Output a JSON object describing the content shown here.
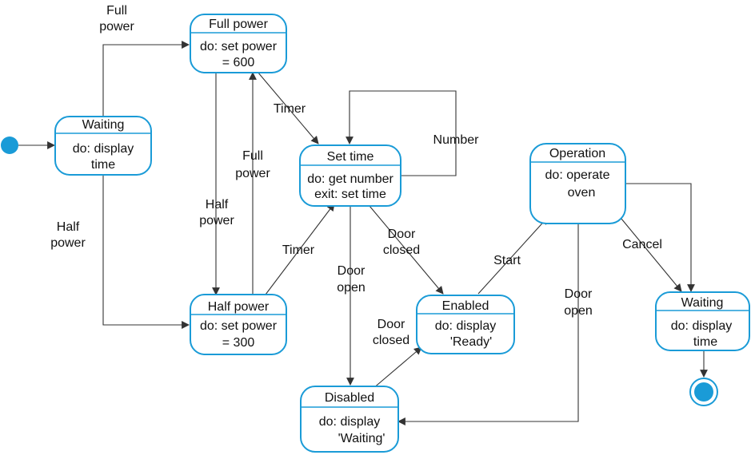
{
  "colors": {
    "state_border": "#1a9bd7",
    "initial_node": "#1a9bd7",
    "edge": "#333333"
  },
  "states": {
    "waiting_start": {
      "name": "Waiting",
      "activity": [
        "do: display",
        "time"
      ]
    },
    "full_power": {
      "name": "Full power",
      "activity": [
        "do: set power",
        "= 600"
      ]
    },
    "half_power": {
      "name": "Half power",
      "activity": [
        "do: set power",
        "= 300"
      ]
    },
    "set_time": {
      "name": "Set time",
      "activity": [
        "do: get number",
        "exit: set time"
      ]
    },
    "disabled": {
      "name": "Disabled",
      "activity": [
        "do: display",
        "'Waiting'"
      ]
    },
    "enabled": {
      "name": "Enabled",
      "activity": [
        "do: display",
        "'Ready'"
      ]
    },
    "operation": {
      "name": "Operation",
      "activity": [
        "do: operate",
        "oven"
      ]
    },
    "waiting_end": {
      "name": "Waiting",
      "activity": [
        "do: display",
        "time"
      ]
    }
  },
  "transitions": {
    "waiting_full": [
      "Full",
      "power"
    ],
    "waiting_half": [
      "Half",
      "power"
    ],
    "full_to_half": [
      "Half",
      "power"
    ],
    "half_to_full": [
      "Full",
      "power"
    ],
    "full_timer": [
      "Timer"
    ],
    "half_timer": [
      "Timer"
    ],
    "number": [
      "Number"
    ],
    "set_door_open": [
      "Door",
      "open"
    ],
    "set_door_closed": [
      "Door",
      "closed"
    ],
    "disabled_door_closed": [
      "Door",
      "closed"
    ],
    "start": [
      "Start"
    ],
    "operation_door_open": [
      "Door",
      "open"
    ],
    "cancel": [
      "Cancel"
    ]
  }
}
